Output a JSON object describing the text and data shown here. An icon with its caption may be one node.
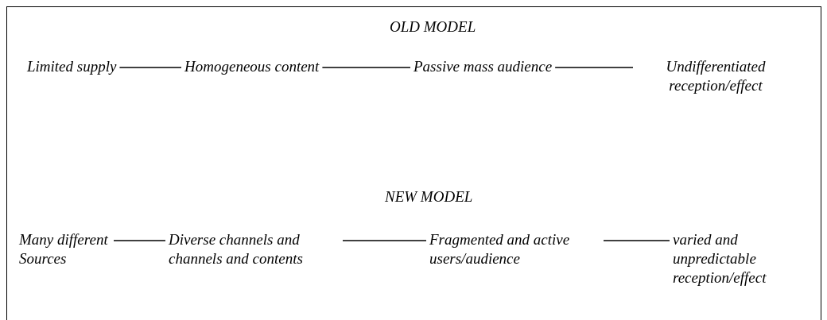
{
  "diagram": {
    "nodes": [
      {
        "text": [
          "Limited supply"
        ]
      },
      {
        "text": [
          "Homogeneous content"
        ]
      },
      {
        "text": [
          "Passive mass audience"
        ]
      },
      {
        "text": [
          "Undifferentiated reception/effect"
        ]
      },
      {
        "text": [
          "Many different Sources"
        ]
      },
      {
        "text": [
          "Diverse channels and channels and contents"
        ]
      },
      {
        "text": [
          "Fragmented and active users/audience"
        ]
      },
      {
        "text": [
          "varied and unpredictable reception/effect"
        ]
      }
    ],
    "edges": [
      {
        "from": 0,
        "to": 1,
        "arrow": "none"
      },
      {
        "from": 1,
        "to": 2,
        "arrow": "none"
      },
      {
        "from": 2,
        "to": 3,
        "arrow": "none"
      },
      {
        "from": 4,
        "to": 5,
        "arrow": "none"
      },
      {
        "from": 5,
        "to": 6,
        "arrow": "none"
      },
      {
        "from": 6,
        "to": 7,
        "arrow": "none"
      }
    ],
    "labels": [
      "OLD MODEL",
      "NEW MODEL"
    ]
  }
}
